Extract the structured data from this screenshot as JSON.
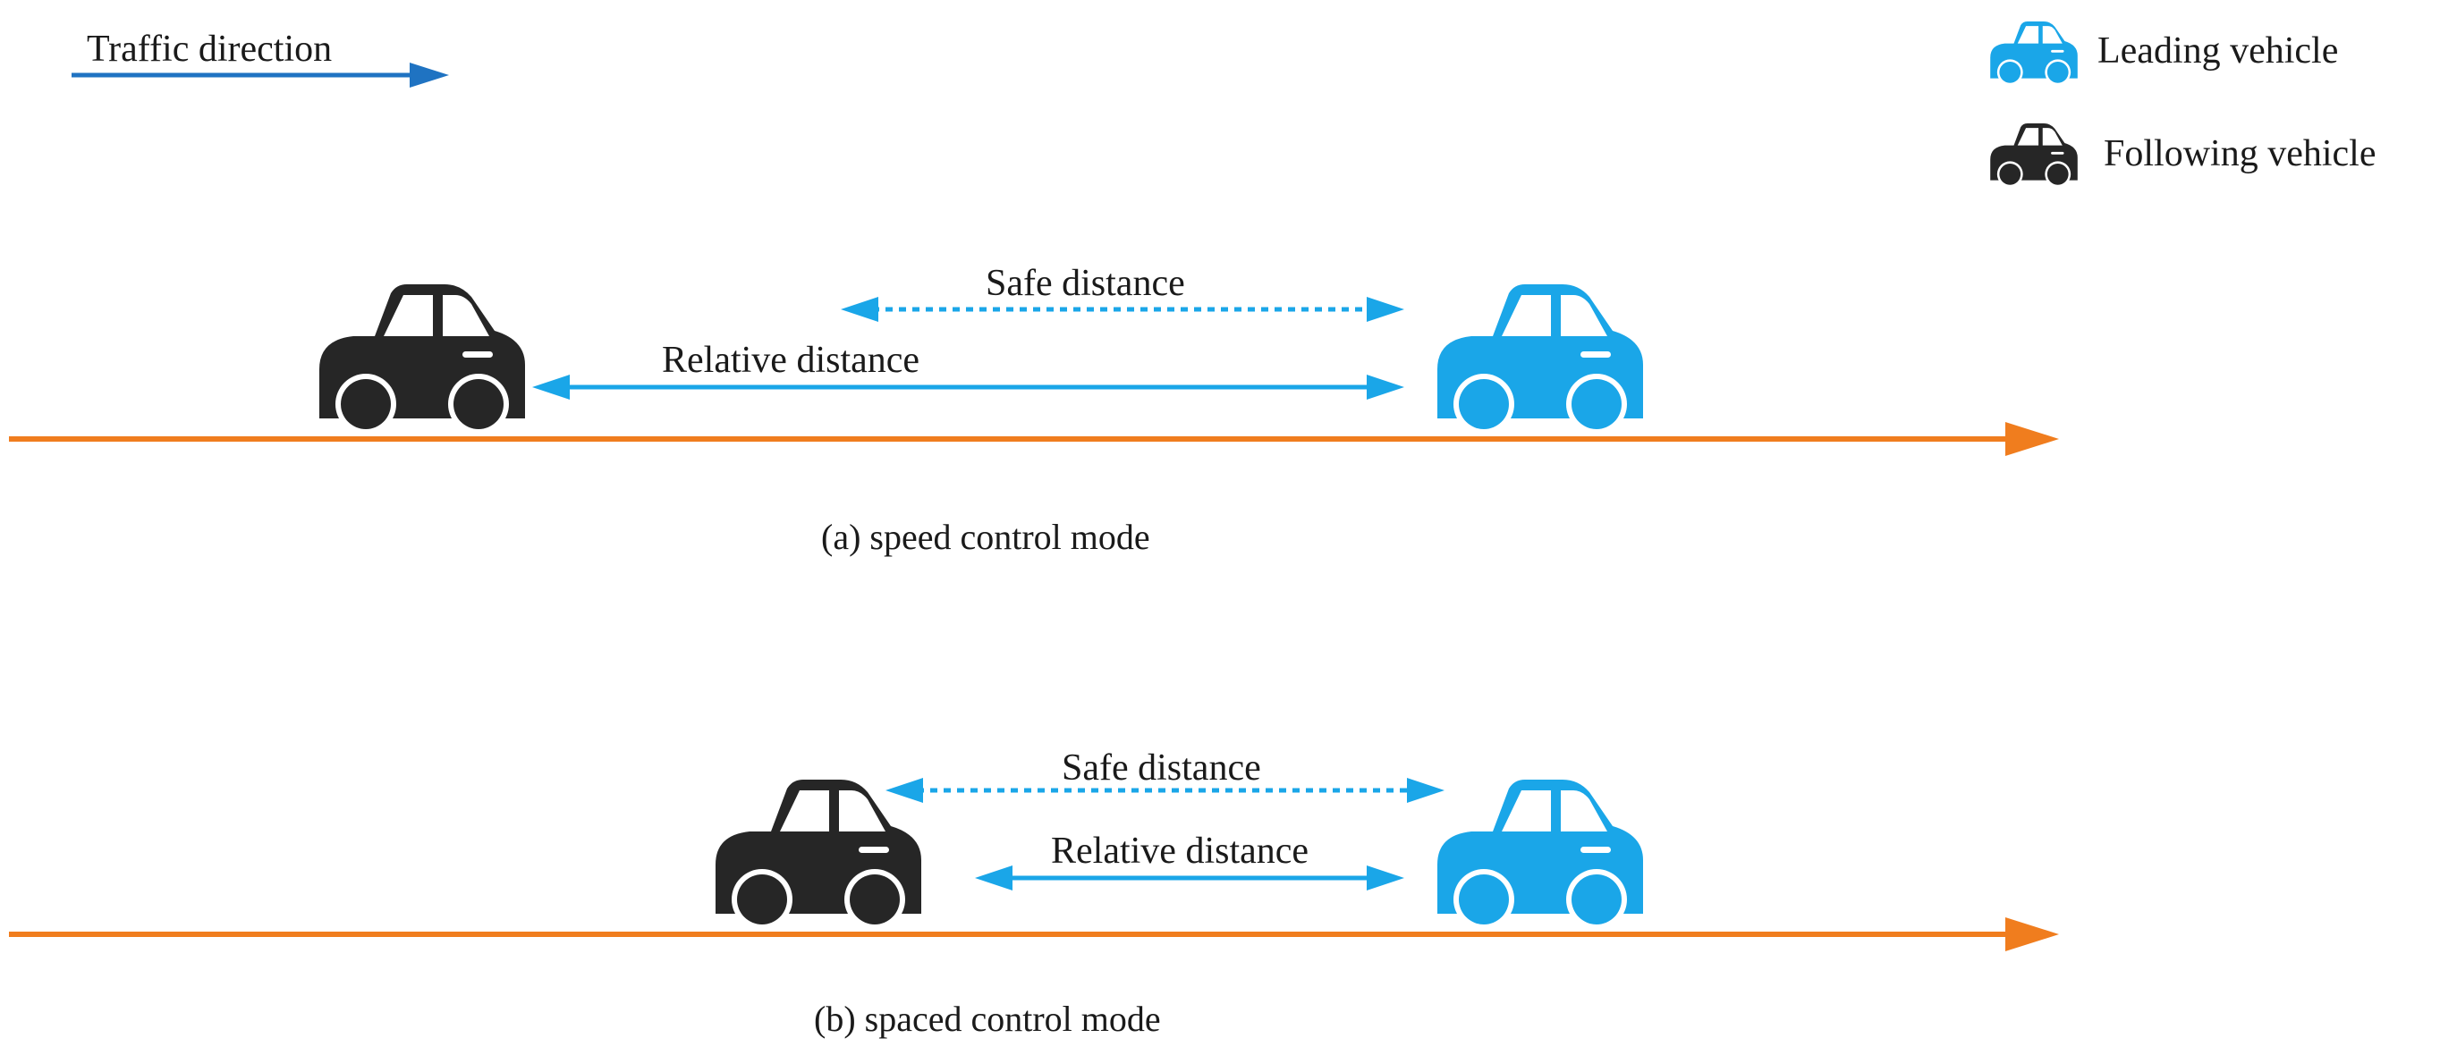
{
  "header": {
    "traffic_direction_label": "Traffic direction"
  },
  "legend": {
    "leading_label": "Leading vehicle",
    "following_label": "Following vehicle"
  },
  "panels": [
    {
      "safe_distance_label": "Safe distance",
      "relative_distance_label": "Relative distance",
      "caption": "(a) speed control mode"
    },
    {
      "safe_distance_label": "Safe distance",
      "relative_distance_label": "Relative distance",
      "caption": "(b) spaced control mode"
    }
  ],
  "colors": {
    "leading_vehicle": "#1aa6e8",
    "following_vehicle": "#262626",
    "road": "#f07d1e",
    "traffic_arrow": "#1f73c2",
    "distance_arrow": "#1aa6e8"
  }
}
